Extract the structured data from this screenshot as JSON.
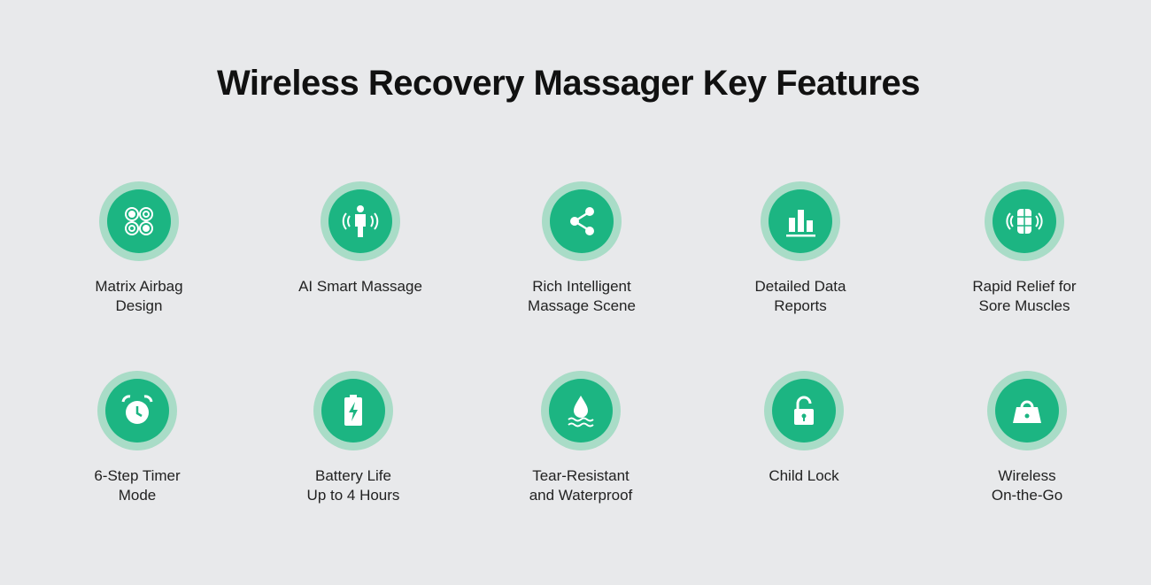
{
  "title": "Wireless Recovery Massager Key Features",
  "colors": {
    "accent": "#1cb582",
    "ring": "#a9dcc7",
    "background": "#e8e9eb"
  },
  "features": [
    {
      "icon": "airbag-matrix-icon",
      "lines": [
        "Matrix Airbag",
        "Design"
      ]
    },
    {
      "icon": "person-vibration-icon",
      "lines": [
        "AI Smart Massage"
      ]
    },
    {
      "icon": "share-nodes-icon",
      "lines": [
        "Rich Intelligent",
        "Massage Scene"
      ]
    },
    {
      "icon": "bar-chart-icon",
      "lines": [
        "Detailed Data",
        "Reports"
      ]
    },
    {
      "icon": "muscle-vibration-icon",
      "lines": [
        "Rapid Relief for",
        "Sore Muscles"
      ]
    },
    {
      "icon": "alarm-clock-icon",
      "lines": [
        "6-Step Timer",
        "Mode"
      ]
    },
    {
      "icon": "battery-charging-icon",
      "lines": [
        "Battery Life",
        "Up to 4 Hours"
      ]
    },
    {
      "icon": "water-drop-icon",
      "lines": [
        "Tear-Resistant",
        "and Waterproof"
      ]
    },
    {
      "icon": "lock-icon",
      "lines": [
        "Child Lock"
      ]
    },
    {
      "icon": "bag-icon",
      "lines": [
        "Wireless",
        "On-the-Go"
      ]
    }
  ]
}
